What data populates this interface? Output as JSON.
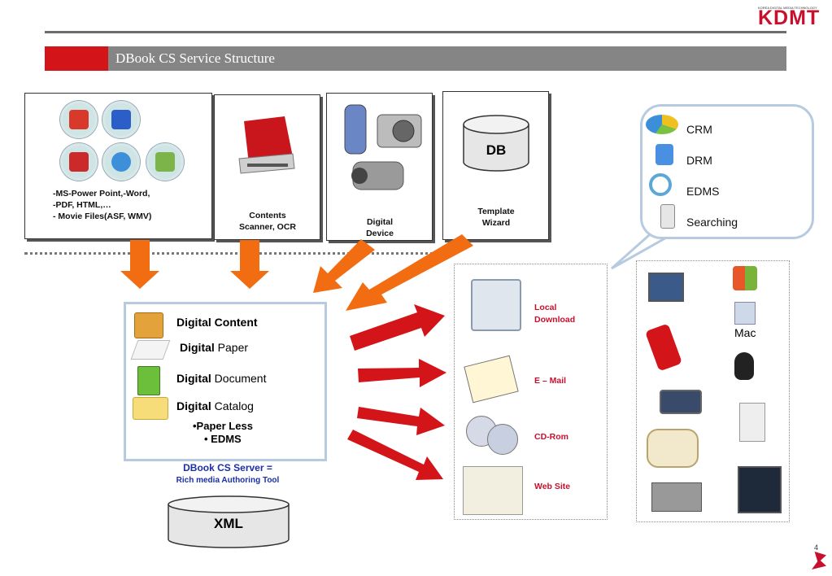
{
  "logo": {
    "small": "KOREA DIGITAL MEDIA TECHNOLOGY",
    "big": "KDMT"
  },
  "header": {
    "title": "DBook CS Service Structure"
  },
  "sources": {
    "office": [
      "-MS-Power Point,-Word,",
      "-PDF, HTML,…",
      "- Movie Files(ASF, WMV)"
    ],
    "office_icons": [
      "powerpoint-icon",
      "word-icon",
      "pdf-icon",
      "html-icon",
      "media-file-icon"
    ],
    "scanner": [
      "Contents",
      "Scanner, OCR"
    ],
    "device": [
      "Digital",
      "Device"
    ],
    "template_db": "DB",
    "template": [
      "Template",
      "Wizard"
    ]
  },
  "center": {
    "items": [
      {
        "bold": "Digital",
        "rest": "  Content",
        "rest_bold": true
      },
      {
        "bold": "Digital",
        "rest": " Paper",
        "rest_bold": false
      },
      {
        "bold": "Digital",
        "rest": " Document",
        "rest_bold": false
      },
      {
        "bold": "Digital",
        "rest": " Catalog",
        "rest_bold": false
      }
    ],
    "bullets": [
      "•Paper  Less",
      "•  EDMS"
    ],
    "server_line1": "DBook CS Server =",
    "server_line2": "Rich media Authoring Tool",
    "xml": "XML"
  },
  "outputs": [
    [
      "Local",
      "Download"
    ],
    [
      "E – Mail"
    ],
    [
      "CD-Rom"
    ],
    [
      "Web Site"
    ]
  ],
  "callout": {
    "items": [
      "CRM",
      "DRM",
      "EDMS",
      "Searching"
    ]
  },
  "devices": {
    "mac_label": "Mac"
  },
  "page_number": "4",
  "colors": {
    "red": "#d31419",
    "grey": "#858585",
    "orange": "#f26c12",
    "blue_text": "#1a2ea8",
    "light_blue": "#b7cbe0"
  }
}
